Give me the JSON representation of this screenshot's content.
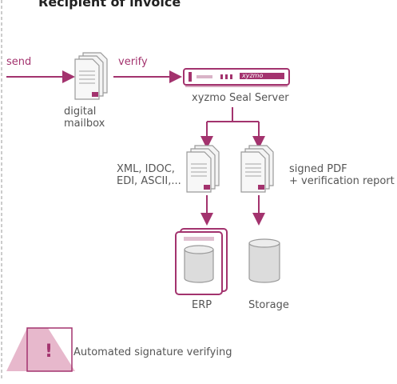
{
  "diagram": {
    "title": "Recipient of invoice",
    "labels": {
      "send": "send",
      "verify": "verify",
      "mailbox_line1": "digital",
      "mailbox_line2": "mailbox",
      "server": "xyzmo Seal Server",
      "server_brand": "xyzmo",
      "formats_line1": "XML, IDOC,",
      "formats_line2": "EDI, ASCII,...",
      "signed_line1": "signed PDF",
      "signed_line2": "+ verification report",
      "erp": "ERP",
      "storage": "Storage"
    },
    "legend": {
      "warning_glyph": "!",
      "text": "Automated signature verifying"
    }
  },
  "colors": {
    "accent": "#a3336e",
    "text": "#555555",
    "doc_fill": "#f4f4f4",
    "doc_stroke": "#9a9a9a",
    "db_fill": "#dcdcdc",
    "warning_fill": "#e7b8cc",
    "border": "#999999"
  }
}
